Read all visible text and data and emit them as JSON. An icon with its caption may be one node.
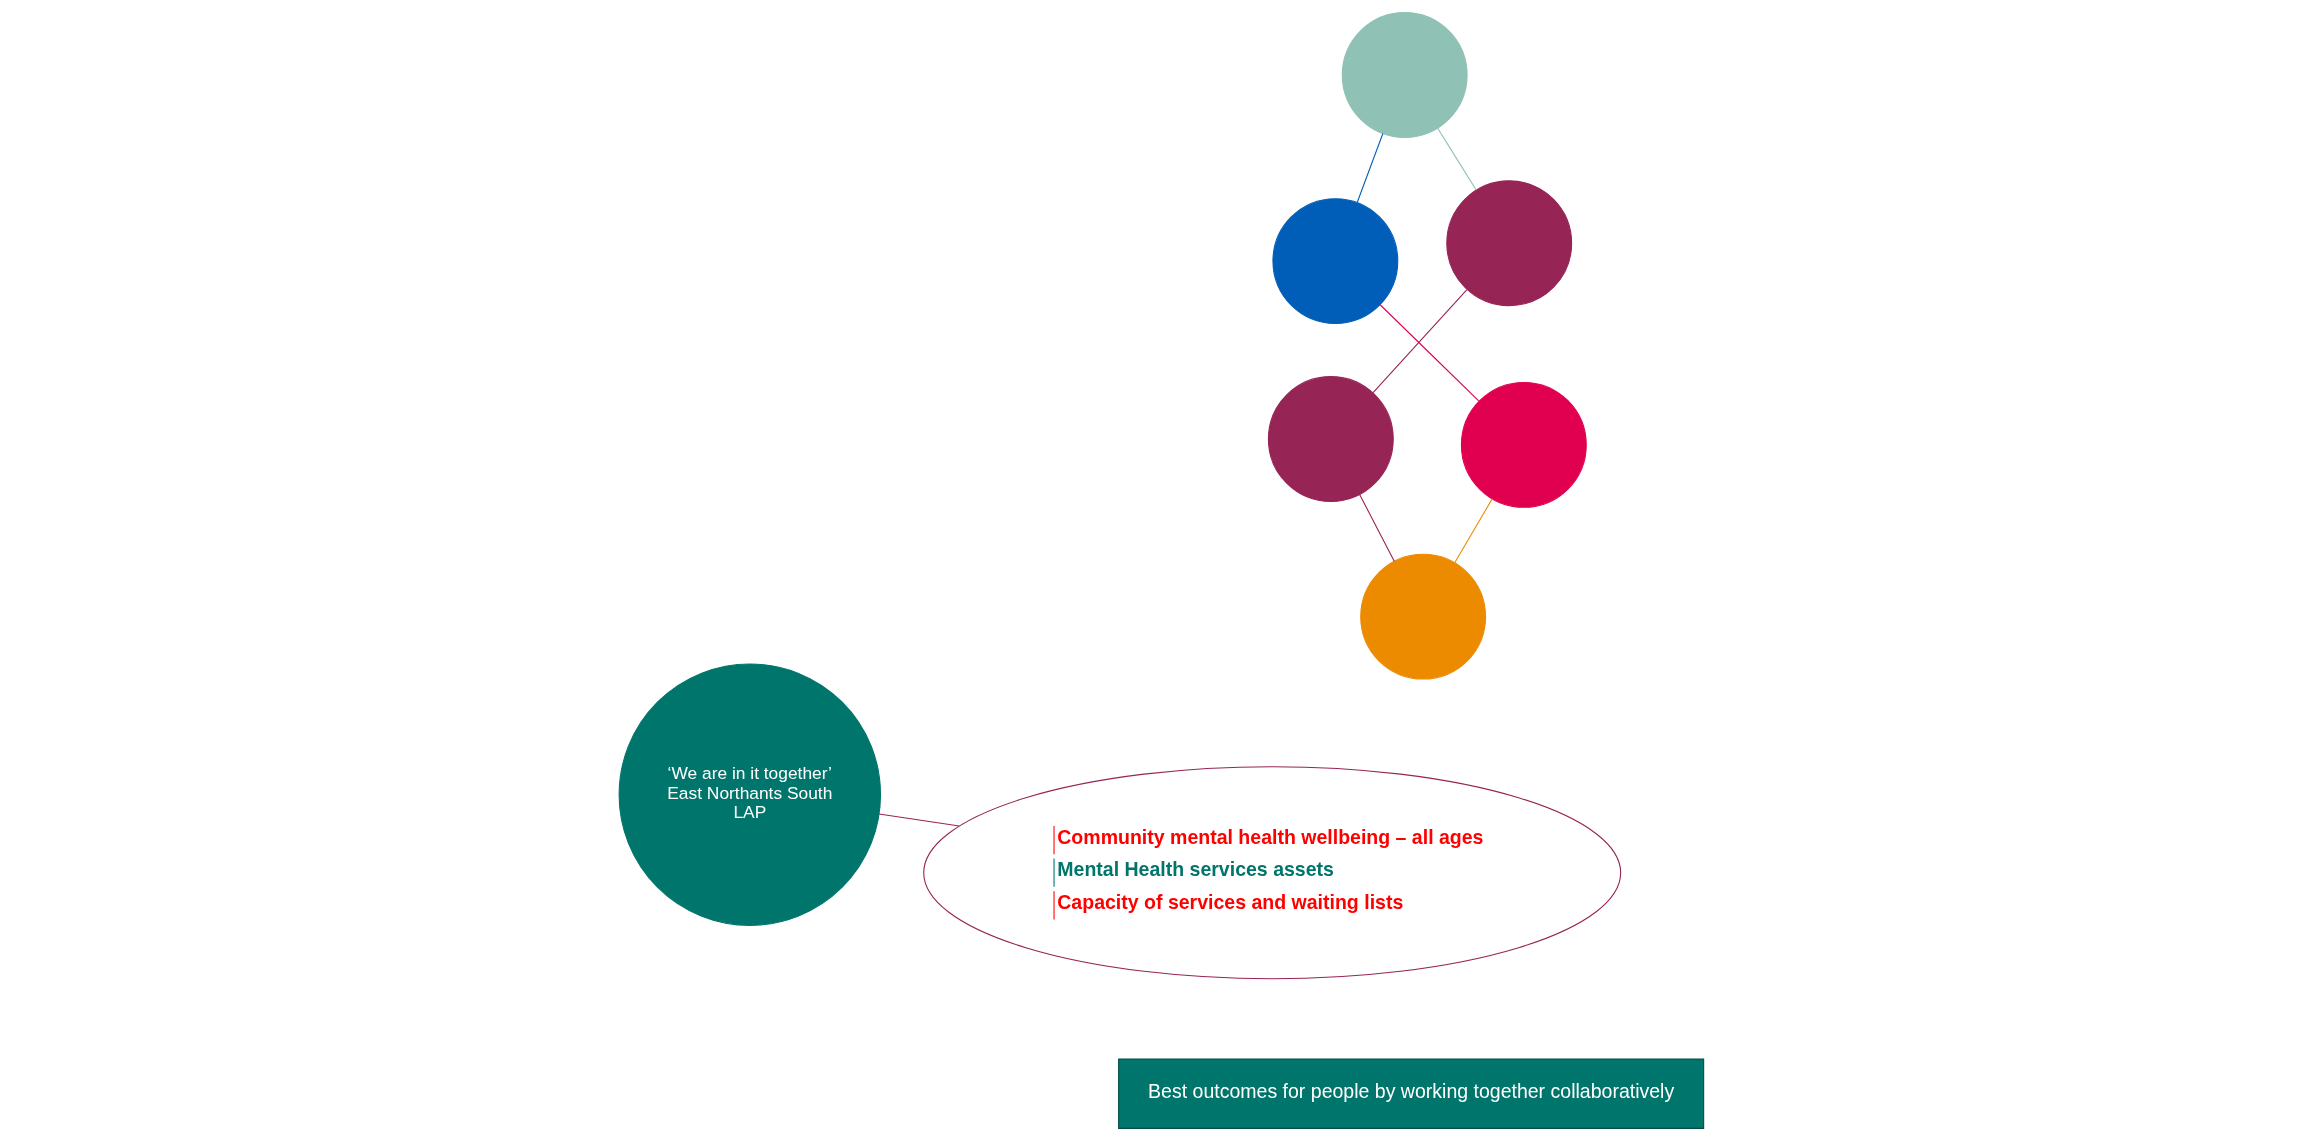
{
  "diagram": {
    "nodes": [
      {
        "text": [],
        "shape": "circle"
      },
      {
        "text": [],
        "shape": "circle"
      },
      {
        "text": [],
        "shape": "circle"
      },
      {
        "text": [
          "‘We are in it together’",
          "East Northants South",
          "LAP"
        ]
      },
      {
        "text": [
          "Community mental health wellbeing – all ages",
          "Mental Health services assets",
          "Capacity of services and waiting lists"
        ]
      },
      {
        "text": [],
        "shape": "circle"
      },
      {
        "text": [],
        "shape": "circle"
      },
      {
        "text": [],
        "shape": "circle"
      },
      {
        "text": [
          "Best outcomes for people by working together collaboratively"
        ]
      }
    ],
    "edges": [
      {
        "from": 1,
        "to": 0,
        "arrow": "none",
        "color": "#962455"
      },
      {
        "from": 0,
        "to": 2,
        "arrow": "none",
        "color": "#962455"
      },
      {
        "from": 2,
        "to": 6,
        "arrow": "none",
        "color": "#ec8a00"
      },
      {
        "from": 6,
        "to": 7,
        "arrow": "none",
        "color": "#e0004f"
      },
      {
        "from": 7,
        "to": 5,
        "arrow": "none",
        "color": "#005eb8"
      },
      {
        "from": 5,
        "to": 1,
        "arrow": "none",
        "color": "#8fc1b5"
      },
      {
        "from": 4,
        "to": 3,
        "arrow": "none",
        "color": "#962455"
      }
    ]
  }
}
